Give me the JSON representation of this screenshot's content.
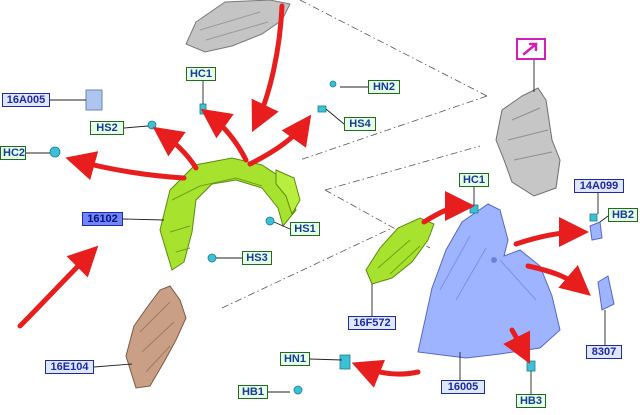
{
  "diagram": {
    "part_numbers": {
      "l16A005": "16A005",
      "l16102": "16102",
      "l16E104": "16E104",
      "l16F572": "16F572",
      "l16005": "16005",
      "l14A099": "14A099",
      "l8307": "8307"
    },
    "fasteners": {
      "hc1_top": "HC1",
      "hn2": "HN2",
      "hs2": "HS2",
      "hs4": "HS4",
      "hc2": "HC2",
      "hs1": "HS1",
      "hs3": "HS3",
      "hc1_right": "HC1",
      "hb2": "HB2",
      "hn1": "HN1",
      "hb1": "HB1",
      "hb3": "HB3"
    },
    "colors": {
      "arrow": "#e81e1e",
      "liner": "#a6e22e",
      "fender": "#9fb4ff",
      "bracket": "#c9a085",
      "shield": "#bdbdbd",
      "clip": "#3cc0d6",
      "label_blue": "#1f2a9c",
      "label_green": "#1f6b1f",
      "watermark": "#d21fb8"
    },
    "icons": {
      "watermark": "edit-arrow-icon"
    }
  }
}
